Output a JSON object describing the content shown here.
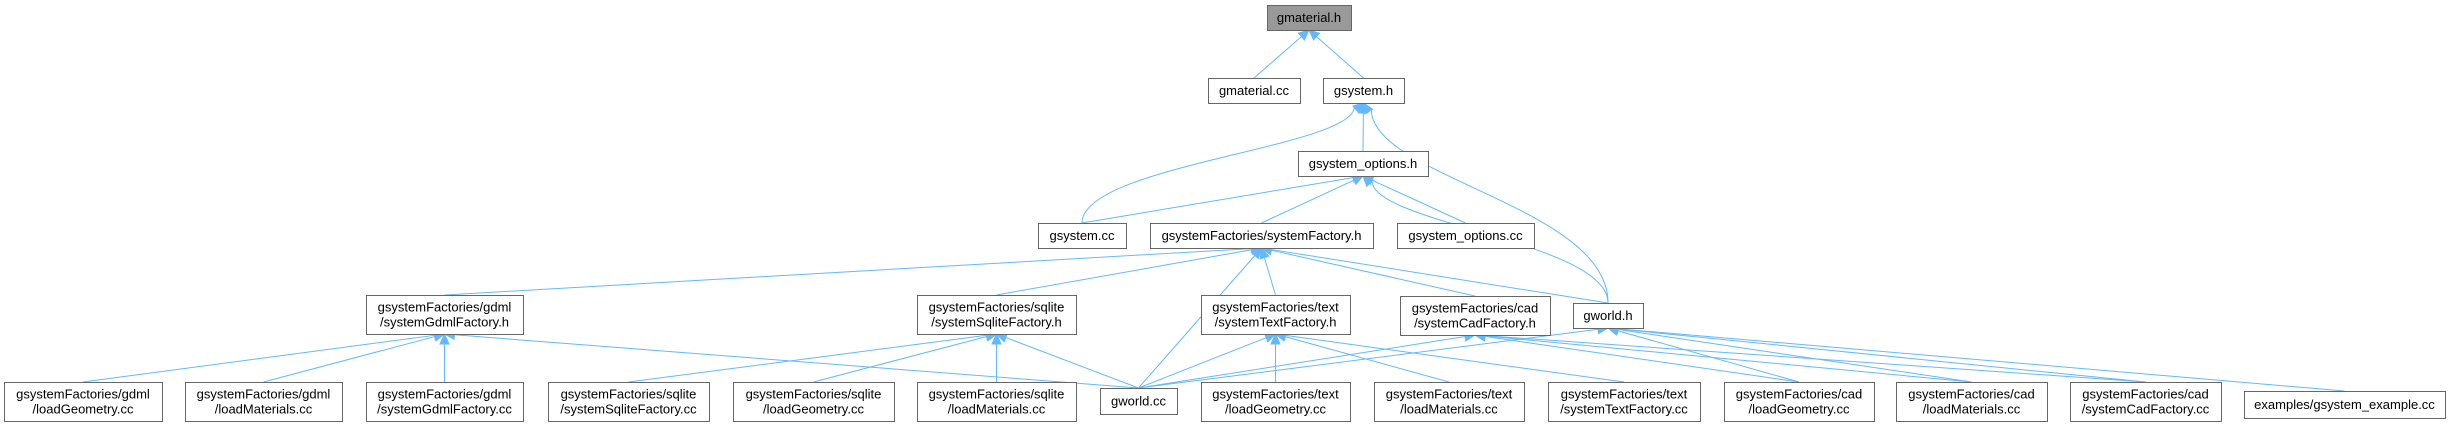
{
  "title": "gmaterial.h include dependency graph",
  "colors": {
    "edge": "#63b8ff",
    "root_fill": "#999999",
    "node_fill": "#ffffff",
    "node_border": "#666666"
  },
  "nodes": {
    "gmaterial_h": [
      "gmaterial.h"
    ],
    "gmaterial_cc": [
      "gmaterial.cc"
    ],
    "gsystem_h": [
      "gsystem.h"
    ],
    "gsystem_options_h": [
      "gsystem_options.h"
    ],
    "gsystem_cc": [
      "gsystem.cc"
    ],
    "systemFactory_h": [
      "gsystemFactories/systemFactory.h"
    ],
    "gsystem_options_cc": [
      "gsystem_options.cc"
    ],
    "gdml_factory_h": [
      "gsystemFactories/gdml",
      "/systemGdmlFactory.h"
    ],
    "sqlite_factory_h": [
      "gsystemFactories/sqlite",
      "/systemSqliteFactory.h"
    ],
    "text_factory_h": [
      "gsystemFactories/text",
      "/systemTextFactory.h"
    ],
    "cad_factory_h": [
      "gsystemFactories/cad",
      "/systemCadFactory.h"
    ],
    "gworld_h": [
      "gworld.h"
    ],
    "gdml_loadGeometry_cc": [
      "gsystemFactories/gdml",
      "/loadGeometry.cc"
    ],
    "gdml_loadMaterials_cc": [
      "gsystemFactories/gdml",
      "/loadMaterials.cc"
    ],
    "gdml_factory_cc": [
      "gsystemFactories/gdml",
      "/systemGdmlFactory.cc"
    ],
    "sqlite_factory_cc": [
      "gsystemFactories/sqlite",
      "/systemSqliteFactory.cc"
    ],
    "sqlite_loadGeometry_cc": [
      "gsystemFactories/sqlite",
      "/loadGeometry.cc"
    ],
    "sqlite_loadMaterials_cc": [
      "gsystemFactories/sqlite",
      "/loadMaterials.cc"
    ],
    "gworld_cc": [
      "gworld.cc"
    ],
    "text_loadGeometry_cc": [
      "gsystemFactories/text",
      "/loadGeometry.cc"
    ],
    "text_loadMaterials_cc": [
      "gsystemFactories/text",
      "/loadMaterials.cc"
    ],
    "text_factory_cc": [
      "gsystemFactories/text",
      "/systemTextFactory.cc"
    ],
    "cad_loadGeometry_cc": [
      "gsystemFactories/cad",
      "/loadGeometry.cc"
    ],
    "cad_loadMaterials_cc": [
      "gsystemFactories/cad",
      "/loadMaterials.cc"
    ],
    "cad_factory_cc": [
      "gsystemFactories/cad",
      "/systemCadFactory.cc"
    ],
    "gsystem_example_cc": [
      "examples/gsystem_example.cc"
    ]
  },
  "edges": [
    [
      "gmaterial_cc",
      "gmaterial_h"
    ],
    [
      "gsystem_h",
      "gmaterial_h"
    ],
    [
      "gsystem_options_h",
      "gsystem_h"
    ],
    [
      "gsystem_cc",
      "gsystem_h"
    ],
    [
      "gworld_h",
      "gsystem_h"
    ],
    [
      "gsystem_cc",
      "gsystem_options_h"
    ],
    [
      "systemFactory_h",
      "gsystem_options_h"
    ],
    [
      "gsystem_options_cc",
      "gsystem_options_h"
    ],
    [
      "gworld_h",
      "gsystem_options_h"
    ],
    [
      "gdml_factory_h",
      "systemFactory_h"
    ],
    [
      "sqlite_factory_h",
      "systemFactory_h"
    ],
    [
      "text_factory_h",
      "systemFactory_h"
    ],
    [
      "cad_factory_h",
      "systemFactory_h"
    ],
    [
      "gworld_h",
      "systemFactory_h"
    ],
    [
      "gworld_cc",
      "systemFactory_h"
    ],
    [
      "gdml_loadGeometry_cc",
      "gdml_factory_h"
    ],
    [
      "gdml_loadMaterials_cc",
      "gdml_factory_h"
    ],
    [
      "gdml_factory_cc",
      "gdml_factory_h"
    ],
    [
      "gworld_cc",
      "gdml_factory_h"
    ],
    [
      "sqlite_factory_cc",
      "sqlite_factory_h"
    ],
    [
      "sqlite_loadGeometry_cc",
      "sqlite_factory_h"
    ],
    [
      "sqlite_loadMaterials_cc",
      "sqlite_factory_h"
    ],
    [
      "gworld_cc",
      "sqlite_factory_h"
    ],
    [
      "gworld_cc",
      "text_factory_h"
    ],
    [
      "text_loadGeometry_cc",
      "text_factory_h"
    ],
    [
      "text_loadMaterials_cc",
      "text_factory_h"
    ],
    [
      "text_factory_cc",
      "text_factory_h"
    ],
    [
      "gworld_cc",
      "cad_factory_h"
    ],
    [
      "cad_loadGeometry_cc",
      "cad_factory_h"
    ],
    [
      "cad_loadMaterials_cc",
      "cad_factory_h"
    ],
    [
      "cad_factory_cc",
      "cad_factory_h"
    ],
    [
      "gworld_cc",
      "gworld_h"
    ],
    [
      "cad_loadGeometry_cc",
      "gworld_h"
    ],
    [
      "cad_loadMaterials_cc",
      "gworld_h"
    ],
    [
      "cad_factory_cc",
      "gworld_h"
    ],
    [
      "gsystem_example_cc",
      "gworld_h"
    ]
  ]
}
